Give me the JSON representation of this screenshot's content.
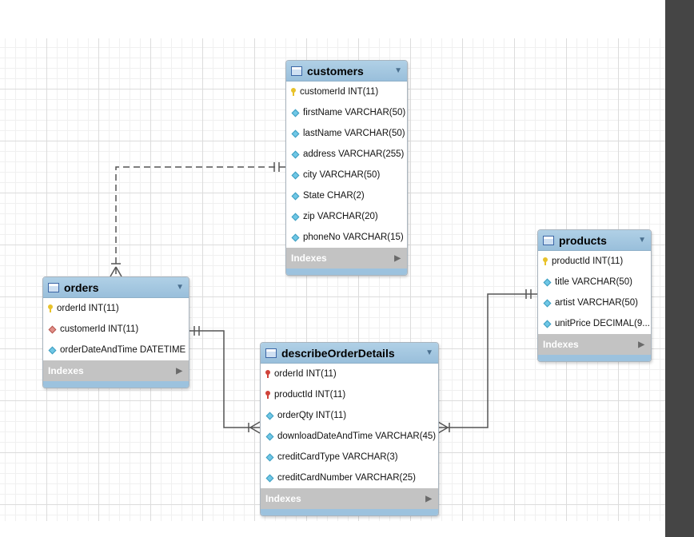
{
  "tables": {
    "customers": {
      "name": "customers",
      "columns": [
        {
          "text": "customerId INT(11)",
          "key": "primary"
        },
        {
          "text": "firstName VARCHAR(50)",
          "key": "none"
        },
        {
          "text": "lastName VARCHAR(50)",
          "key": "none"
        },
        {
          "text": "address VARCHAR(255)",
          "key": "none"
        },
        {
          "text": "city VARCHAR(50)",
          "key": "none"
        },
        {
          "text": "State CHAR(2)",
          "key": "none"
        },
        {
          "text": "zip VARCHAR(20)",
          "key": "none"
        },
        {
          "text": "phoneNo VARCHAR(15)",
          "key": "none"
        }
      ],
      "indexes_label": "Indexes"
    },
    "products": {
      "name": "products",
      "columns": [
        {
          "text": "productId INT(11)",
          "key": "primary"
        },
        {
          "text": "title VARCHAR(50)",
          "key": "none"
        },
        {
          "text": "artist VARCHAR(50)",
          "key": "none"
        },
        {
          "text": "unitPrice DECIMAL(9...",
          "key": "none"
        }
      ],
      "indexes_label": "Indexes"
    },
    "orders": {
      "name": "orders",
      "columns": [
        {
          "text": "orderId INT(11)",
          "key": "primary"
        },
        {
          "text": "customerId INT(11)",
          "key": "foreign"
        },
        {
          "text": "orderDateAndTime DATETIME",
          "key": "none"
        }
      ],
      "indexes_label": "Indexes"
    },
    "describeOrderDetails": {
      "name": "describeOrderDetails",
      "columns": [
        {
          "text": "orderId INT(11)",
          "key": "primary-foreign"
        },
        {
          "text": "productId INT(11)",
          "key": "primary-foreign"
        },
        {
          "text": "orderQty INT(11)",
          "key": "none"
        },
        {
          "text": "downloadDateAndTime VARCHAR(45)",
          "key": "none"
        },
        {
          "text": "creditCardType VARCHAR(3)",
          "key": "none"
        },
        {
          "text": "creditCardNumber VARCHAR(25)",
          "key": "none"
        }
      ],
      "indexes_label": "Indexes"
    }
  },
  "relationships": [
    {
      "from": "customers",
      "to": "orders",
      "identifying": false,
      "cardinality": "one-to-many"
    },
    {
      "from": "orders",
      "to": "describeOrderDetails",
      "identifying": true,
      "cardinality": "one-to-many"
    },
    {
      "from": "products",
      "to": "describeOrderDetails",
      "identifying": true,
      "cardinality": "one-to-many"
    }
  ],
  "colors": {
    "table_header": "#a6c9e2",
    "indexes_bar": "#c3c3c3",
    "sidebar": "#454545",
    "grid": "#dcdcdc"
  }
}
